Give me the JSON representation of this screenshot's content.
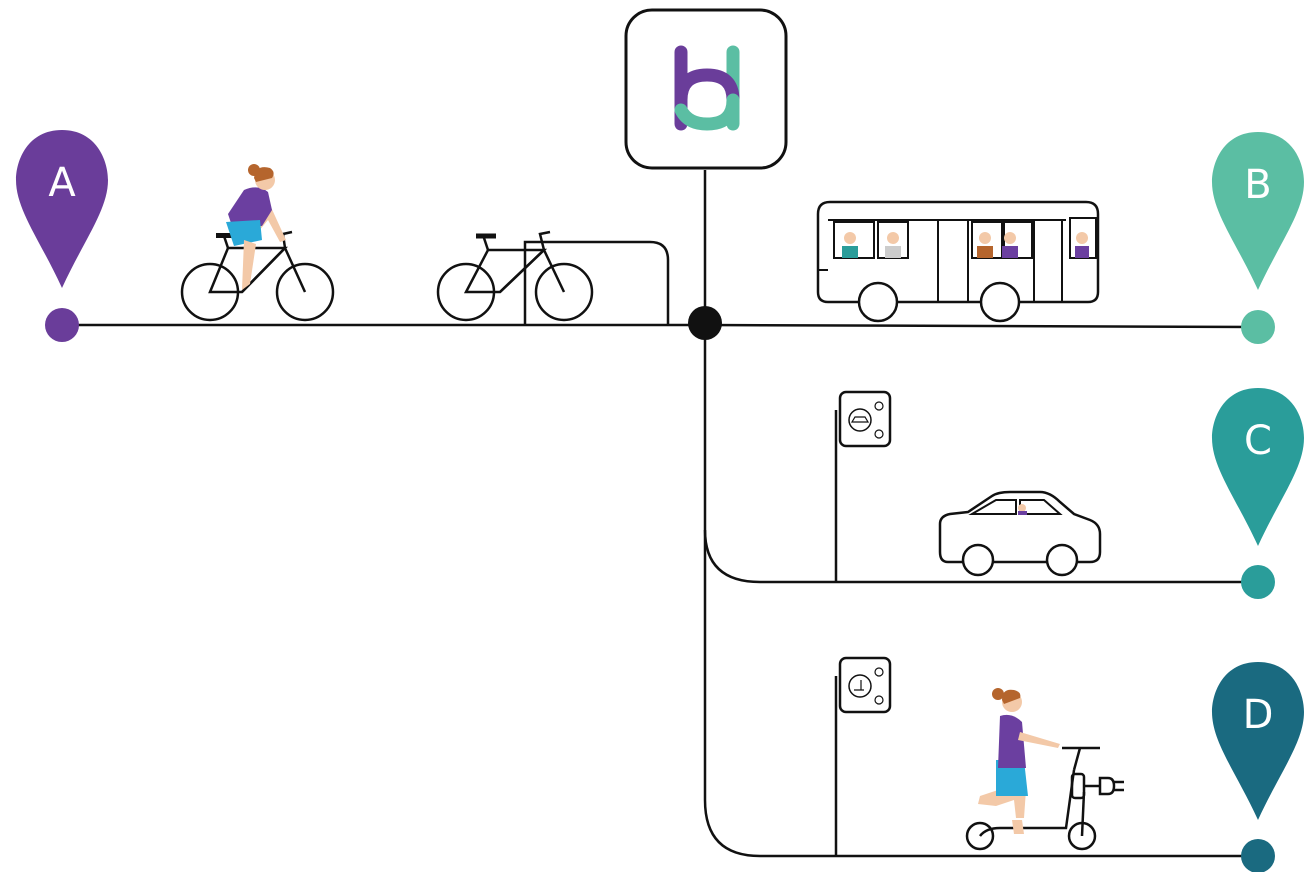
{
  "hub": {
    "logo_letter": "h",
    "icon": "hub-logo-icon"
  },
  "colors": {
    "line": "#111111",
    "a": "#6a3d9a",
    "b": "#5bbea3",
    "c": "#2a9d9a",
    "d": "#1a6a80",
    "person_shirt": "#6b3fa0",
    "person_shorts": "#2aa9d8",
    "hair": "#b5652d",
    "skin": "#f3c9a8"
  },
  "pins": [
    {
      "id": "A",
      "label": "A"
    },
    {
      "id": "B",
      "label": "B"
    },
    {
      "id": "C",
      "label": "C"
    },
    {
      "id": "D",
      "label": "D"
    }
  ],
  "vehicles": {
    "route_a": [
      "person-cycling-icon",
      "parked-bicycle-icon",
      "bike-rack-icon"
    ],
    "route_b": [
      "bus-icon"
    ],
    "route_c": [
      "charging-station-car-icon",
      "car-icon"
    ],
    "route_d": [
      "charging-station-scooter-icon",
      "person-on-e-scooter-icon",
      "plug-icon"
    ]
  }
}
